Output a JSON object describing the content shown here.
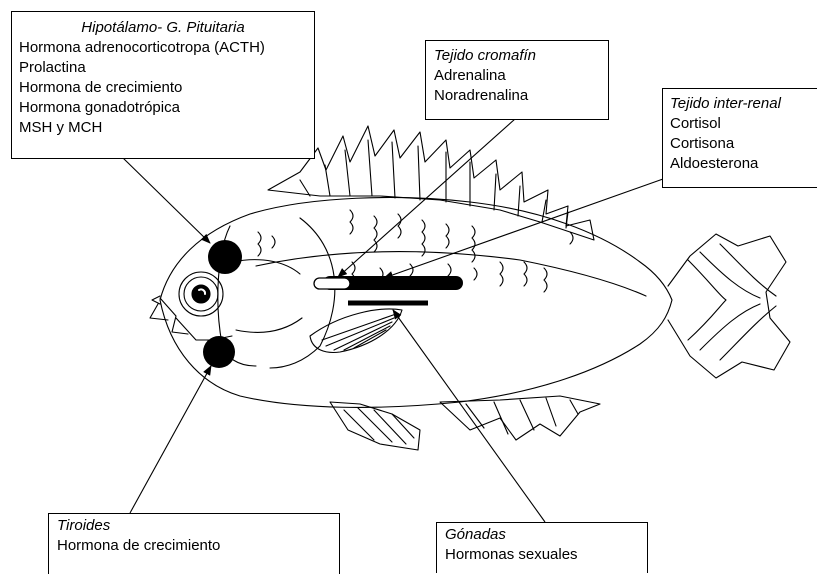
{
  "boxes": {
    "hipotalamo": {
      "title": "Hipotálamo- G. Pituitaria",
      "items": [
        "Hormona adrenocorticotropa (ACTH)",
        "Prolactina",
        "Hormona de crecimiento",
        "Hormona gonadotrópica",
        "MSH y MCH"
      ]
    },
    "cromafin": {
      "title": "Tejido cromafín",
      "items": [
        "Adrenalina",
        "Noradrenalina"
      ]
    },
    "interrenal": {
      "title": "Tejido inter-renal",
      "items": [
        "Cortisol",
        "Cortisona",
        "Aldoesterona"
      ]
    },
    "tiroides": {
      "title": "Tiroides",
      "items": [
        "Hormona de crecimiento"
      ]
    },
    "gonadas": {
      "title": "Gónadas",
      "items": [
        "Hormonas sexuales"
      ]
    }
  },
  "colors": {
    "ink": "#000000",
    "background": "#ffffff"
  }
}
